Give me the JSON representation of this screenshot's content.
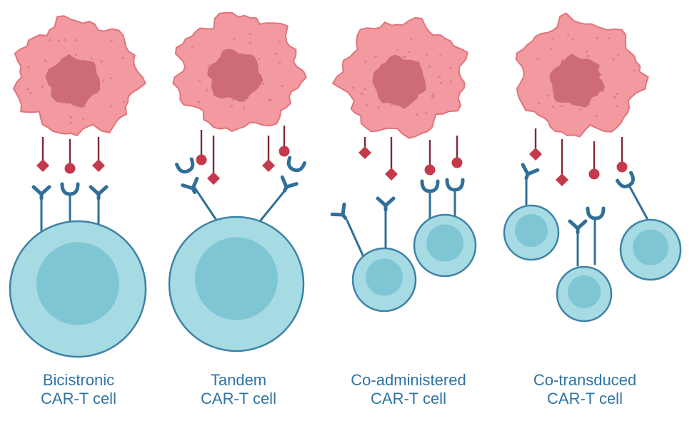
{
  "colors": {
    "tumor_fill": "#f29a9f",
    "tumor_stroke": "#e2737b",
    "tumor_nucleus": "#cd6c74",
    "tumor_dots": "#dd7f87",
    "antigen": "#c4394b",
    "antigen_stem": "#7e2a37",
    "tcell_fill": "#a6dbe4",
    "tcell_nucleus": "#7fc6d4",
    "tcell_stroke": "#3d82a6",
    "car_receptor": "#2f6f98",
    "label_text": "#2e74a4"
  },
  "icons": [
    "tumor-cell-icon",
    "antigen-diamond-icon",
    "antigen-circle-icon",
    "car-y-receptor-icon",
    "car-u-receptor-icon",
    "car-t-cell-icon"
  ],
  "panels": [
    {
      "line1": "Bicistronic",
      "line2": "CAR-T cell"
    },
    {
      "line1": "Tandem",
      "line2": "CAR-T cell"
    },
    {
      "line1": "Co-administered",
      "line2": "CAR-T cell"
    },
    {
      "line1": "Co-transduced",
      "line2": "CAR-T cell"
    }
  ]
}
